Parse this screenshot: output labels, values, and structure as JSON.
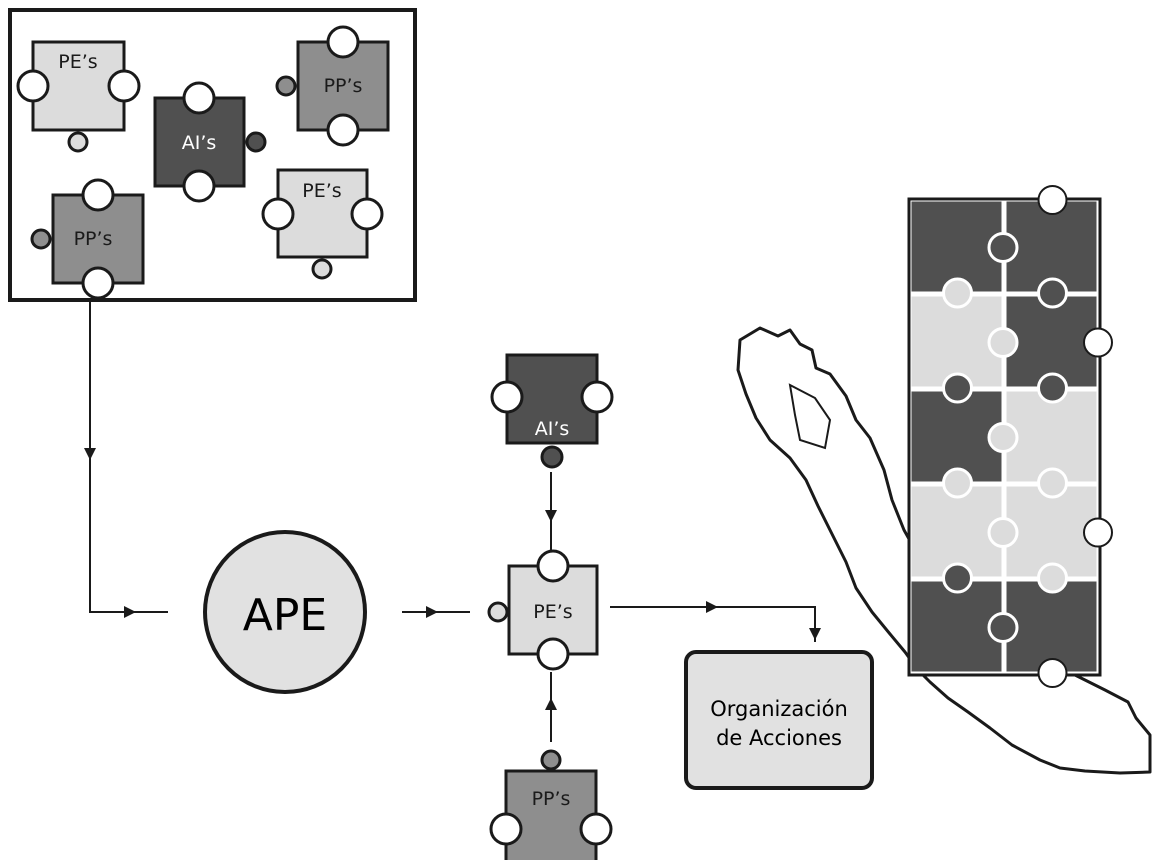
{
  "colors": {
    "dark": "#505050",
    "mid": "#8e8e8e",
    "light": "#dcdcdc",
    "stroke": "#1a1a1a",
    "text_on_dark": "#ffffff",
    "text_on_light": "#1a1a1a"
  },
  "pool": {
    "pieces": [
      {
        "label": "PE’s",
        "shade": "light"
      },
      {
        "label": "PP’s",
        "shade": "mid"
      },
      {
        "label": "AI’s",
        "shade": "dark"
      },
      {
        "label": "PE’s",
        "shade": "light"
      },
      {
        "label": "PP’s",
        "shade": "mid"
      }
    ]
  },
  "ape": {
    "label": "APE"
  },
  "flow": {
    "top_piece": {
      "label": "AI’s",
      "shade": "dark"
    },
    "center_piece": {
      "label": "PE’s",
      "shade": "light"
    },
    "bottom_piece": {
      "label": "PP’s",
      "shade": "mid"
    }
  },
  "organization": {
    "line1": "Organización",
    "line2": "de Acciones"
  },
  "grid": {
    "rows": [
      [
        "dark",
        "dark"
      ],
      [
        "light",
        "dark"
      ],
      [
        "dark",
        "light"
      ],
      [
        "light",
        "light"
      ],
      [
        "dark",
        "dark"
      ]
    ]
  }
}
